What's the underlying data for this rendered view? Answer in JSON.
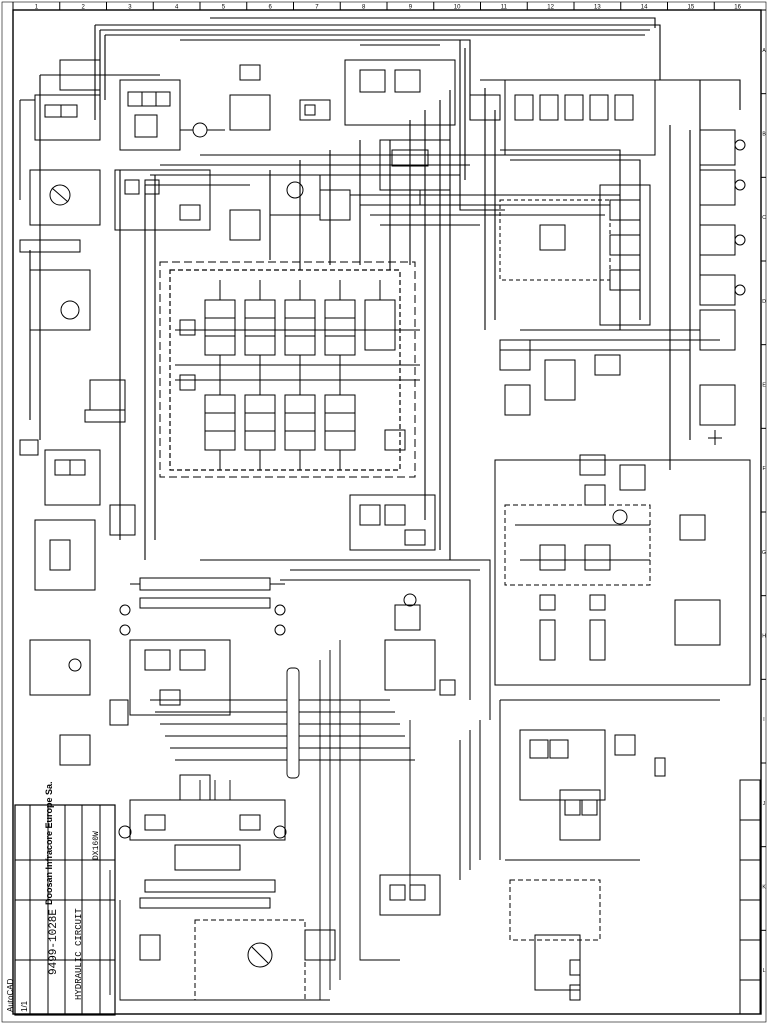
{
  "title_block": {
    "company": "Doosan Infracore Europe Sa.",
    "drawing_title": "HYDRAULIC CIRCUIT",
    "drawing_number": "9499-1028E",
    "model": "DX160W",
    "sheet": "1/1",
    "software": "AutoCAD"
  },
  "border": {
    "top_zone_numbers": [
      "1",
      "2",
      "3",
      "4",
      "5",
      "6",
      "7",
      "8",
      "9",
      "10",
      "11",
      "12",
      "13",
      "14",
      "15",
      "16"
    ],
    "right_zone_letters": [
      "A",
      "B",
      "C",
      "D",
      "E",
      "F",
      "G",
      "H",
      "I",
      "J",
      "K",
      "L"
    ]
  }
}
